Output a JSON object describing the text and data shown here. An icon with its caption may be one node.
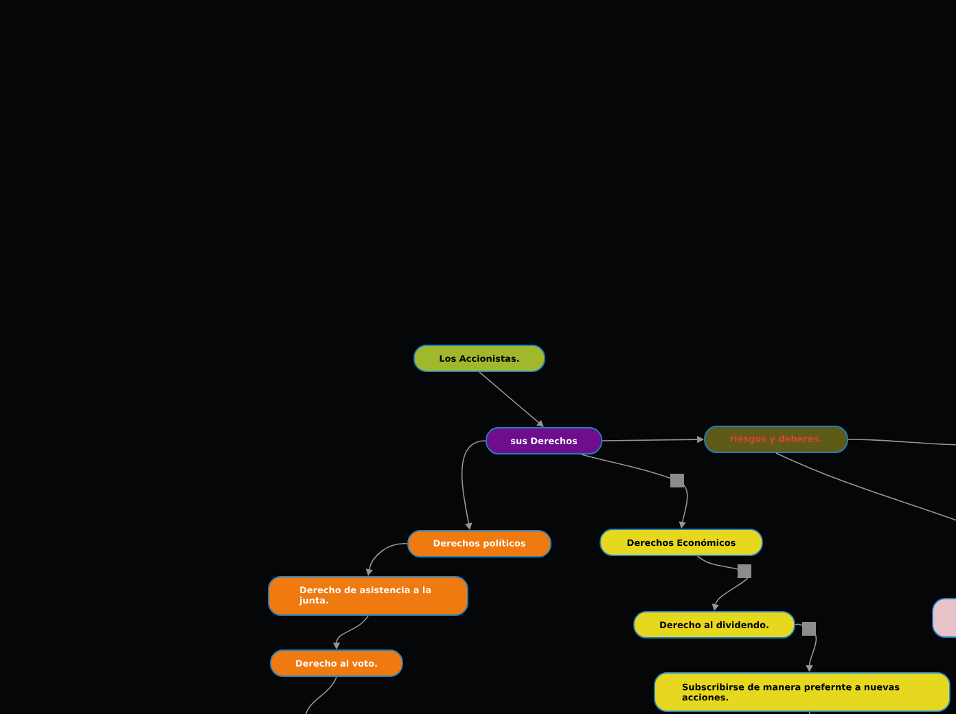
{
  "diagram": {
    "nodes": [
      {
        "text": [
          "Los Accionistas."
        ]
      },
      {
        "text": [
          "sus Derechos"
        ]
      },
      {
        "text": [
          "riesgos y deberes."
        ]
      },
      {
        "text": [
          "Derechos políticos"
        ]
      },
      {
        "text": [
          "Derecho de asistencia a la junta."
        ]
      },
      {
        "text": [
          "Derecho al voto."
        ]
      },
      {
        "text": [
          "Derechos Económicos"
        ]
      },
      {
        "text": [
          "Derecho al dividendo."
        ]
      },
      {
        "text": [
          "Subscribirse de manera prefernte a nuevas acciones."
        ]
      },
      {
        "text": [],
        "shape": "box"
      }
    ],
    "edges": [
      {
        "from": 0,
        "to": 1,
        "arrow": "to"
      },
      {
        "from": 1,
        "to": 2,
        "arrow": "to"
      },
      {
        "from": 1,
        "to": 3,
        "arrow": "to"
      },
      {
        "from": 1,
        "to": 6,
        "arrow": "to"
      },
      {
        "from": 3,
        "to": 4,
        "arrow": "to"
      },
      {
        "from": 4,
        "to": 5,
        "arrow": "to"
      },
      {
        "from": 5,
        "to": null,
        "arrow": "none"
      },
      {
        "from": 6,
        "to": 7,
        "arrow": "to"
      },
      {
        "from": 7,
        "to": 8,
        "arrow": "to"
      },
      {
        "from": 8,
        "to": null,
        "arrow": "none"
      },
      {
        "from": 2,
        "to": null,
        "arrow": "none"
      },
      {
        "from": 2,
        "to": null,
        "arrow": "none"
      }
    ]
  }
}
